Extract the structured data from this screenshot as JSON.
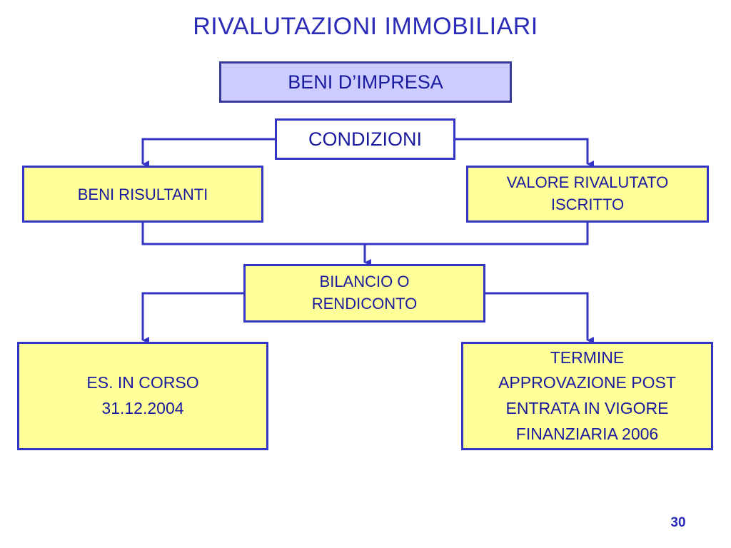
{
  "title": "RIVALUTAZIONI IMMOBILIARI",
  "header_box": "BENI D’IMPRESA",
  "conditions_box": "CONDIZIONI",
  "left_condition": "BENI RISULTANTI",
  "right_condition": [
    "VALORE RIVALUTATO",
    "ISCRITTO"
  ],
  "middle_box": [
    "BILANCIO O",
    "RENDICONTO"
  ],
  "left_result": [
    "ES. IN CORSO",
    "31.12.2004"
  ],
  "right_result": [
    "TERMINE",
    "APPROVAZIONE POST",
    "ENTRATA IN VIGORE",
    "FINANZIARIA 2006"
  ],
  "page_number": "30",
  "colors": {
    "title_text": "#2b2bb8",
    "box_border": "#3535c4",
    "box_fill": "#ffff99",
    "header_fill": "#ccccff",
    "conditions_fill": "#ffffff",
    "connector": "#3535c4"
  }
}
